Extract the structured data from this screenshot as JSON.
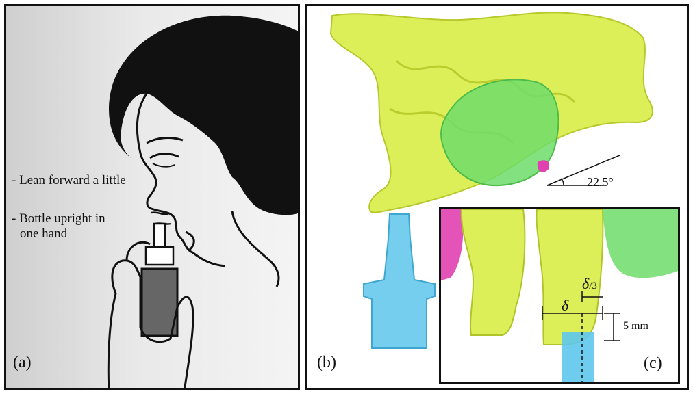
{
  "panel_a": {
    "label": "(a)",
    "instructions": [
      "- Lean forward a little",
      "- Bottle upright in",
      "one hand"
    ]
  },
  "panel_b": {
    "label": "(b)",
    "angle_label": "22.5°"
  },
  "panel_c": {
    "label": "(c)",
    "delta": "δ",
    "delta_third": "δ",
    "delta_third_sub": "/3",
    "depth_label": "5 mm"
  },
  "colors": {
    "nasal_cavity": "#d6ec3c",
    "sinus": "#6fdc6a",
    "nozzle": "#5ec6ec",
    "tissue_magenta": "#e040b0",
    "hair": "#111111"
  }
}
